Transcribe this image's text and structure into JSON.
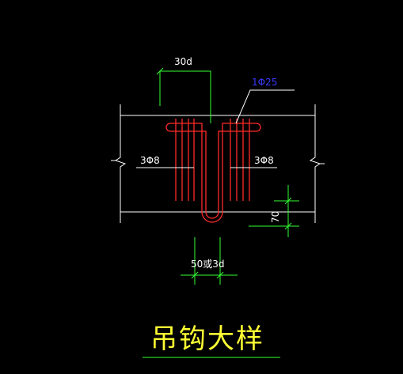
{
  "colors": {
    "background": "#000000",
    "beam_lines": "#ffffff",
    "rebar": "#ff2a2a",
    "dimension": "#33ff33",
    "label_white": "#ffffff",
    "label_blue": "#3a3aff",
    "title": "#ffff33",
    "title_underline": "#33ff33"
  },
  "labels": {
    "anchorage_length": "30d",
    "hook_bar": "1Φ25",
    "stirrups_left": "3Φ8",
    "stirrups_right": "3Φ8",
    "cover_dimension": "70",
    "bottom_spacing": "50或3d"
  },
  "title": "吊钩大样"
}
